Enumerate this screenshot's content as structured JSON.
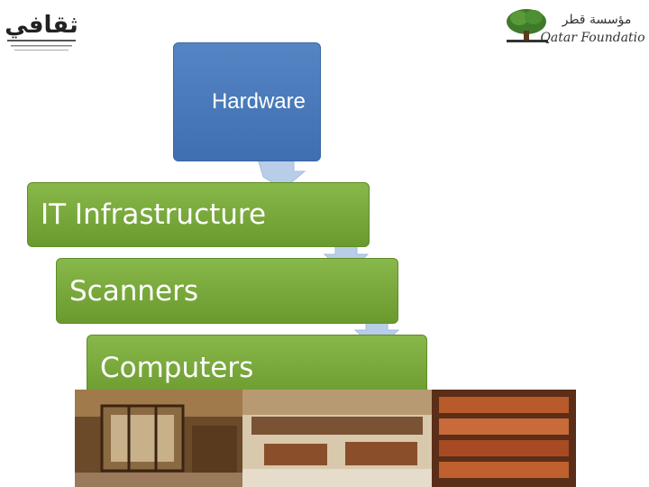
{
  "logos": {
    "left": {
      "text": "ثقافي"
    },
    "right": {
      "arabic": "مؤسسة قطر",
      "english": "Qatar Foundation"
    }
  },
  "diagram": {
    "top_label": "Hardware",
    "steps": [
      "IT Infrastructure",
      "Scanners",
      "Computers"
    ]
  },
  "colors": {
    "blue": "#4a7bbd",
    "green": "#78a83c",
    "arrow": "#b8cde8"
  },
  "photos": [
    "library-interior-photo-1",
    "library-interior-photo-2",
    "library-bookshelves-photo-3"
  ]
}
